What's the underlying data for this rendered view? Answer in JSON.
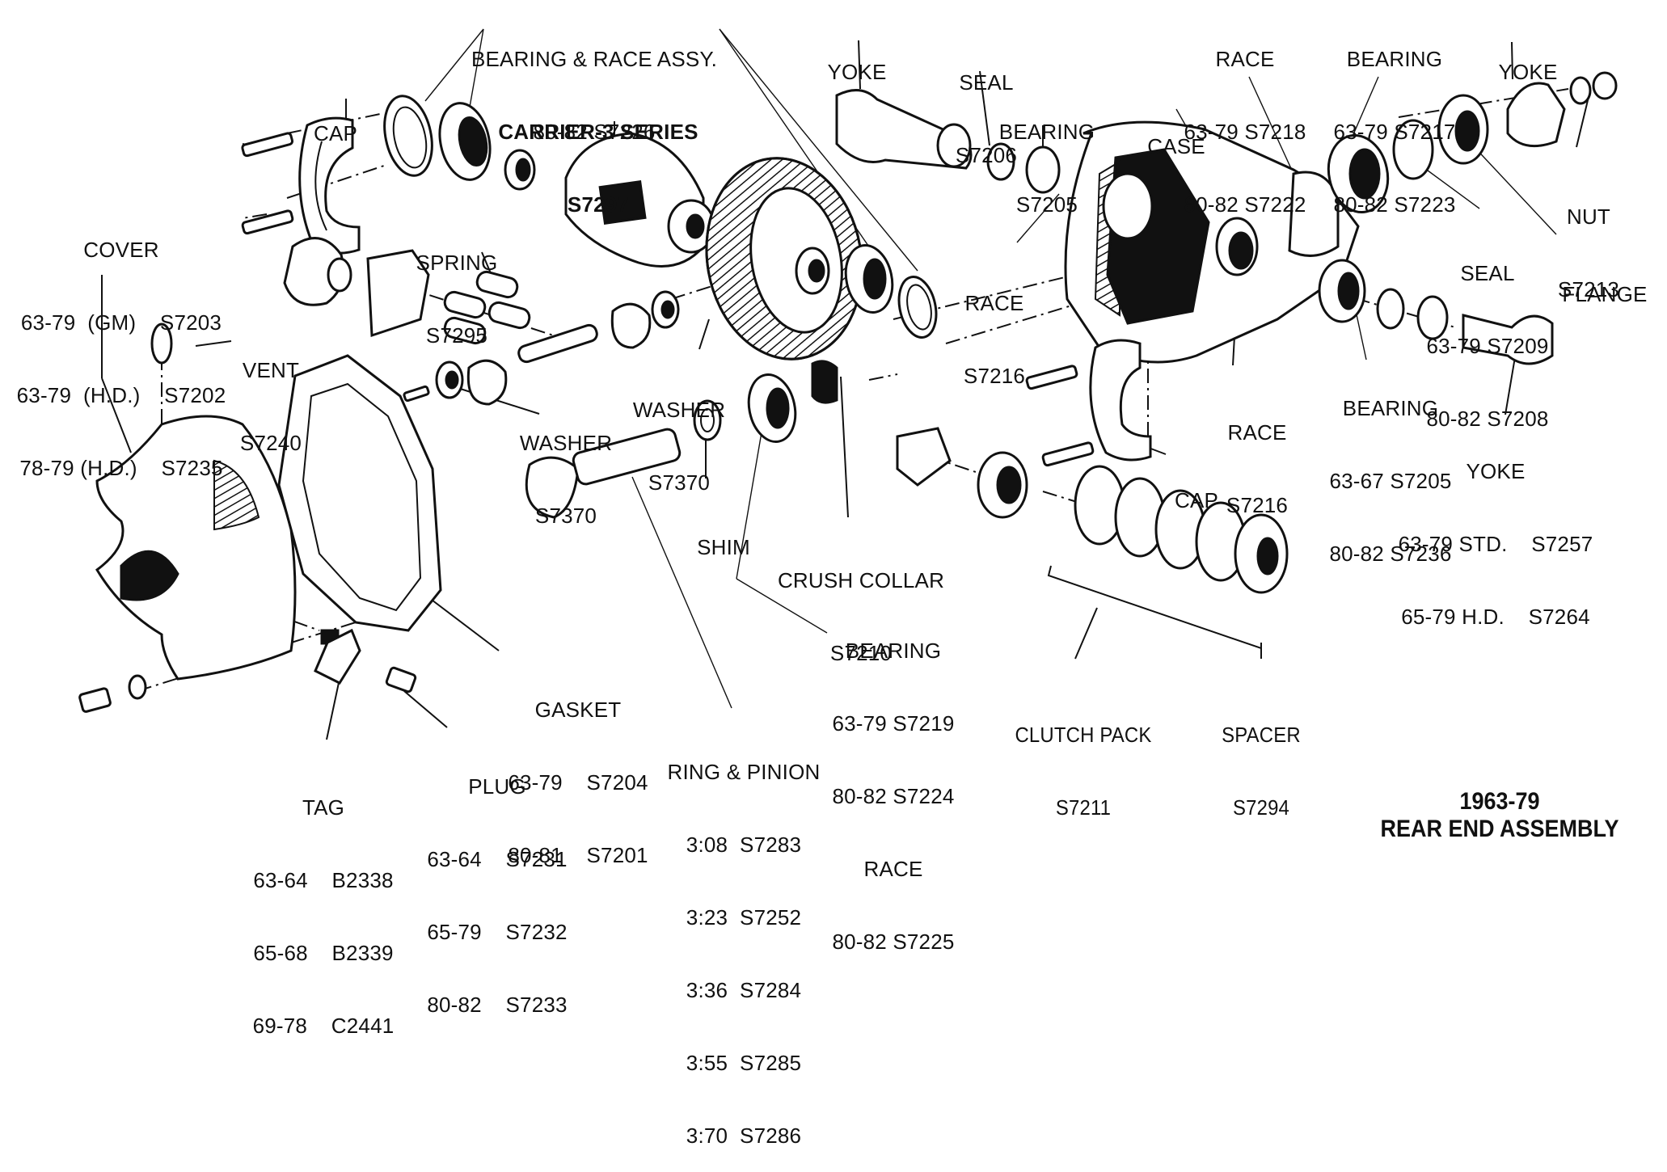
{
  "title": {
    "line1": "1963-79",
    "line2": "REAR END ASSEMBLY"
  },
  "labels": {
    "bearing_race_assy": {
      "name": "BEARING & RACE ASSY.",
      "rows": [
        "80-82 S7226"
      ]
    },
    "cap_upper": {
      "name": "CAP",
      "rows": []
    },
    "carrier": {
      "name": "CARRIER-3 SERIES",
      "rows": [
        "S7297"
      ]
    },
    "yoke_front": {
      "name": "YOKE",
      "rows": []
    },
    "seal_front": {
      "name": "SEAL",
      "rows": [
        "S7206"
      ]
    },
    "bearing_front": {
      "name": "BEARING",
      "rows": [
        "S7205"
      ]
    },
    "race_top": {
      "name": "RACE",
      "rows": [
        "63-79 S7218",
        "80-82 S7222"
      ]
    },
    "bearing_top": {
      "name": "BEARING",
      "rows": [
        "63-79 S7217",
        "80-82 S7223"
      ]
    },
    "yoke_top_right": {
      "name": "YOKE",
      "rows": []
    },
    "case": {
      "name": "CASE",
      "rows": []
    },
    "nut": {
      "name": "NUT",
      "rows": [
        "S7213"
      ]
    },
    "seal_right": {
      "name": "SEAL",
      "rows": [
        "63-79 S7209",
        "80-82 S7208"
      ]
    },
    "flange": {
      "name": "FLANGE",
      "rows": []
    },
    "cover": {
      "name": "COVER",
      "rows": [
        "63-79  (GM)    S7203",
        "63-79  (H.D.)    S7202",
        "78-79 (H.D.)    S7235"
      ]
    },
    "spring": {
      "name": "SPRING",
      "rows": [
        "S7295"
      ]
    },
    "race_mid": {
      "name": "RACE",
      "rows": [
        "S7216"
      ]
    },
    "vent": {
      "name": "VENT",
      "rows": [
        "S7240"
      ]
    },
    "washer_right": {
      "name": "WASHER",
      "rows": [
        "S7370"
      ]
    },
    "washer_left": {
      "name": "WASHER",
      "rows": [
        "S7370"
      ]
    },
    "race_lower": {
      "name": "RACE",
      "rows": [
        "S7216"
      ]
    },
    "bearing_lower": {
      "name": "BEARING",
      "rows": [
        "63-67 S7205",
        "80-82 S7236"
      ]
    },
    "cap_lower": {
      "name": "CAP",
      "rows": []
    },
    "yoke_lower": {
      "name": "YOKE",
      "rows": [
        "63-79 STD.    S7257",
        "65-79 H.D.    S7264"
      ]
    },
    "shim": {
      "name": "SHIM",
      "rows": []
    },
    "crush_collar": {
      "name": "CRUSH COLLAR",
      "rows": [
        "S7210"
      ]
    },
    "bearing_pinion": {
      "name": "BEARING",
      "rows": [
        "63-79 S7219",
        "80-82 S7224"
      ]
    },
    "race_pinion": {
      "name": "RACE",
      "rows": [
        "80-82 S7225"
      ]
    },
    "gasket": {
      "name": "GASKET",
      "rows": [
        "63-79    S7204",
        "80-81    S7201"
      ]
    },
    "clutch_pack": {
      "name": "CLUTCH PACK",
      "rows": [
        "S7211"
      ]
    },
    "spacer": {
      "name": "SPACER",
      "rows": [
        "S7294"
      ]
    },
    "plug": {
      "name": "PLUG",
      "rows": [
        "63-64    S7231",
        "65-79    S7232",
        "80-82    S7233"
      ]
    },
    "ring_pinion": {
      "name": "RING & PINION",
      "rows": [
        "3:08  S7283",
        "3:23  S7252",
        "3:36  S7284",
        "3:55  S7285",
        "3:70  S7286"
      ]
    },
    "tag": {
      "name": "TAG",
      "rows": [
        "63-64    B2338",
        "65-68    B2339",
        "69-78    C2441"
      ]
    }
  }
}
